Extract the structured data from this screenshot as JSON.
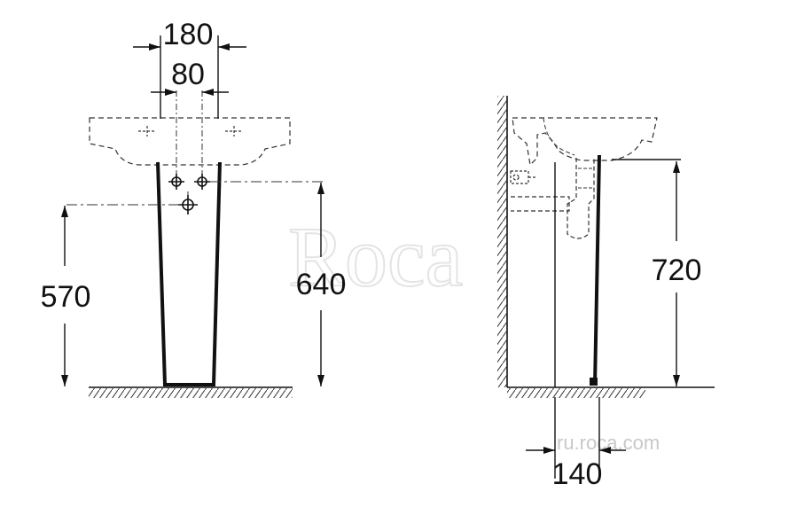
{
  "dimensions": {
    "front_outer_width": "180",
    "front_inner_width": "80",
    "front_left_height": "570",
    "front_right_height": "640",
    "side_height": "720",
    "side_depth": "140"
  },
  "watermark": {
    "logo": "Roca",
    "site": "ru.roca.com"
  }
}
